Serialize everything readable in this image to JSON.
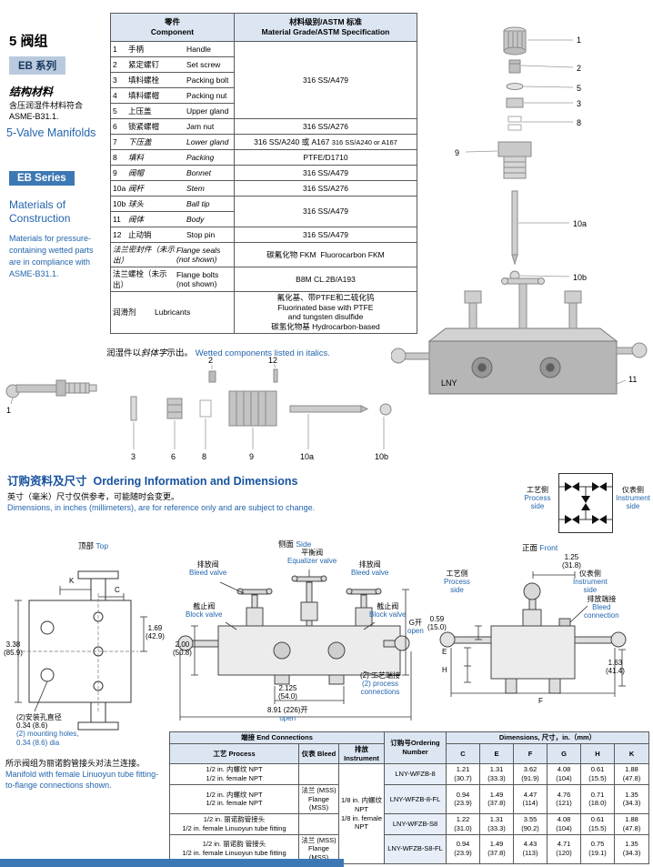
{
  "colors": {
    "accent_blue": "#2365ad",
    "table_header_fill": "#dce6f3",
    "badge_blue": "#3c78b4",
    "badge_gray_blue": "#b9cade",
    "footer_blue": "#3c78b4"
  },
  "sidebar": {
    "title_zh": "5 阀组",
    "series_badge_zh": "EB 系列",
    "materials_zh": "结构材料",
    "materials_note_zh1": "含压润湿件材料符合",
    "materials_note_zh2": "ASME-B31.1.",
    "title_en": "5-Valve Manifolds",
    "series_badge_en": "EB Series",
    "materials_en": "Materials of Construction",
    "materials_note_en": "Materials for pressure-containing wetted parts are in compliance with ASME-B31.1."
  },
  "materials": {
    "header": {
      "comp_zh": "零件",
      "comp_en": "Component",
      "mat_zh": "材料级别/ASTM 标准",
      "mat_en": "Material Grade/ASTM Specification"
    },
    "rows": [
      {
        "num": "1",
        "zh": "手柄",
        "en": "Handle"
      },
      {
        "num": "2",
        "zh": "紧定螺钉",
        "en": "Set screw"
      },
      {
        "num": "3",
        "zh": "填料螺栓",
        "en": "Packing bolt"
      },
      {
        "num": "4",
        "zh": "填料螺帽",
        "en": "Packing nut"
      },
      {
        "num": "5",
        "zh": "上压盖",
        "en": "Upper gland"
      },
      {
        "num": "6",
        "zh": "锁紧螺帽",
        "en": "Jam nut"
      },
      {
        "num": "7",
        "zh": "下压盖",
        "en": "Lower gland"
      },
      {
        "num": "8",
        "zh": "填料",
        "en": "Packing"
      },
      {
        "num": "9",
        "zh": "阀帽",
        "en": "Bonnet"
      },
      {
        "num": "10a",
        "zh": "阀杆",
        "en": "Stem"
      },
      {
        "num": "10b",
        "zh": "球头",
        "en": "Ball tip"
      },
      {
        "num": "11",
        "zh": "阀体",
        "en": "Body"
      },
      {
        "num": "12",
        "zh": "止动销",
        "en": "Stop pin"
      },
      {
        "num": "",
        "zh": "法兰密封件（未示出）",
        "en": "Flange seals (not shown)"
      },
      {
        "num": "",
        "zh": "法兰螺栓（未示出）",
        "en": "Flange bolts (not shown)"
      },
      {
        "num": "",
        "zh": "润滑剂",
        "en": "Lubricants"
      }
    ],
    "mats": {
      "g1": "316 SS/A479",
      "jam": "316 SS/A276",
      "lower_zh": "316 SS/A240 或 A167",
      "lower_en": "316 SS/A240 or A167",
      "packing": "PTFE/D1710",
      "bonnet": "316 SS/A479",
      "stem": "316 SS/A276",
      "ball_body": "316 SS/A479",
      "stop": "316 SS/A479",
      "seals_zh": "碳氟化物 FKM",
      "seals_en": "Fluorocarbon FKM",
      "bolts": "B8M CL.2B/A193",
      "lub1": "氟化基、带PTFE和二硫化钨",
      "lub2": "Fluorinated base with PTFE",
      "lub3": "and tungsten disulfide",
      "lub4": "碳氢化物基 Hydrocarbon-based"
    }
  },
  "wetted_note": {
    "zh1": "润湿件以",
    "zh2": "斜体字",
    "zh3": "示出。",
    "en": "Wetted components listed in italics."
  },
  "exploded_right": {
    "marking": "LNY",
    "labels": {
      "n1": "1",
      "n2": "2",
      "n5": "5",
      "n3": "3",
      "n8": "8",
      "n9": "9",
      "n10a": "10a",
      "n10b": "10b",
      "n11": "11"
    }
  },
  "exploded_left": {
    "labels": {
      "n1": "1",
      "n2": "2",
      "n12": "12",
      "n3": "3",
      "n6": "6",
      "n8": "8",
      "n9": "9",
      "n10a": "10a",
      "n10b": "10b"
    }
  },
  "ordering": {
    "heading_zh": "订购资料及尺寸",
    "heading_en": "Ordering Information and Dimensions",
    "note_zh": "英寸（毫米）尺寸仅供参考，可能随时会变更。",
    "note_en": "Dimensions, in inches (millimeters), are for reference only and are subject to change."
  },
  "schematic": {
    "process_zh": "工艺侧",
    "process_en1": "Process",
    "process_en2": "side",
    "instrument_zh": "仪表侧",
    "instrument_en1": "Instrument",
    "instrument_en2": "side"
  },
  "views": {
    "top": {
      "t_zh": "顶部",
      "t_en": "Top",
      "k": "K",
      "c": "C",
      "d169": "1.69",
      "d169mm": "(42.9)",
      "d338": "3.38",
      "d338mm": "(85.9)",
      "holes_zh1": "(2)安装孔直径",
      "holes_zh2": "0.34 (8.6)",
      "holes_en1": "(2) mounting holes,",
      "holes_en2": "0.34 (8.6) dia"
    },
    "side": {
      "t_zh": "侧面",
      "t_en": "Side",
      "eq_zh": "平衡阀",
      "eq_en": "Equalizer valve",
      "bleed_zh": "排放阀",
      "bleed_en": "Bleed valve",
      "block_zh": "截止阀",
      "block_en": "Block valve",
      "pc_zh": "(2) 工艺端接",
      "pc_en1": "(2) process",
      "pc_en2": "connections",
      "g": "G开",
      "g_sub": "open",
      "d200": "2.00",
      "d200mm": "(50.8)",
      "d2125": "2.125",
      "d2125mm": "(54.0)",
      "d891": "8.91 (226)开",
      "d891_sub": "open"
    },
    "front": {
      "t_zh": "正面",
      "t_en": "Front",
      "ps_zh": "工艺侧",
      "ps_en1": "Process",
      "ps_en2": "side",
      "is_zh": "仪表侧",
      "is_en1": "Instrument",
      "is_en2": "side",
      "bc_zh": "排放端接",
      "bc_en1": "Bleed",
      "bc_en2": "connection",
      "d125": "1.25",
      "d125mm": "(31.8)",
      "d059": "0.59",
      "d059mm": "(15.0)",
      "d163": "1.63",
      "d163mm": "(41.4)",
      "e": "E",
      "h": "H",
      "f": "F"
    }
  },
  "shown_note": {
    "zh": "所示阀组为丽诺韵管接头对法兰连接。",
    "en": "Manifold with female Linuoyun tube fitting-to-flange connections shown."
  },
  "end_table": {
    "h_end": "端接  End Connections",
    "h_process_zh": "工艺",
    "h_process_en": "Process",
    "h_bleed_zh": "仪表",
    "h_bleed_en": "Bleed",
    "h_instr_zh": "排放",
    "h_instr_en": "Instrument",
    "h_order_zh": "订购号",
    "h_order_en": "Ordering Number",
    "h_dims": "Dimensions, 尺寸，in.（mm）",
    "cols": {
      "c0": "C",
      "c1": "E",
      "c2": "F",
      "c3": "G",
      "c4": "H",
      "c5": "K"
    },
    "instr_zh": "1/8 in. 内螺纹 NPT",
    "instr_en": "1/8 in. female NPT",
    "rows": [
      {
        "p_zh": "1/2 in. 内螺纹  NPT",
        "p_en": "1/2 in. female NPT",
        "b_zh": "",
        "b_en": "",
        "order": "LNY-WFZB-8",
        "d": [
          {
            "v": "1.21",
            "mm": "(30.7)"
          },
          {
            "v": "1.31",
            "mm": "(33.3)"
          },
          {
            "v": "3.62",
            "mm": "(91.9)"
          },
          {
            "v": "4.08",
            "mm": "(104)"
          },
          {
            "v": "0.61",
            "mm": "(15.5)"
          },
          {
            "v": "1.88",
            "mm": "(47.8)"
          }
        ]
      },
      {
        "p_zh": "1/2 in. 内螺纹 NPT",
        "p_en": "1/2 in. female NPT",
        "b_zh": "法兰 (MSS)",
        "b_en": "Flange (MSS)",
        "order": "LNY-WFZB-8-FL",
        "d": [
          {
            "v": "0.94",
            "mm": "(23.9)"
          },
          {
            "v": "1.49",
            "mm": "(37.8)"
          },
          {
            "v": "4.47",
            "mm": "(114)"
          },
          {
            "v": "4.76",
            "mm": "(121)"
          },
          {
            "v": "0.71",
            "mm": "(18.0)"
          },
          {
            "v": "1.35",
            "mm": "(34.3)"
          }
        ]
      },
      {
        "p_zh": "1/2 in. 丽诺韵管接头",
        "p_en": "1/2 in. female Linuoyun tube fitting",
        "b_zh": "",
        "b_en": "",
        "order": "LNY-WFZB-S8",
        "d": [
          {
            "v": "1.22",
            "mm": "(31.0)"
          },
          {
            "v": "1.31",
            "mm": "(33.3)"
          },
          {
            "v": "3.55",
            "mm": "(90.2)"
          },
          {
            "v": "4.08",
            "mm": "(104)"
          },
          {
            "v": "0.61",
            "mm": "(15.5)"
          },
          {
            "v": "1.88",
            "mm": "(47.8)"
          }
        ]
      },
      {
        "p_zh": "1/2 in. 丽诺韵 管接头",
        "p_en": "1/2 in. female Linuoyun tube fitting",
        "b_zh": "法兰 (MSS)",
        "b_en": "Flange (MSS)",
        "order": "LNY-WFZB-S8-FL",
        "d": [
          {
            "v": "0.94",
            "mm": "(23.9)"
          },
          {
            "v": "1.49",
            "mm": "(37.8)"
          },
          {
            "v": "4.43",
            "mm": "(113)"
          },
          {
            "v": "4.71",
            "mm": "(120)"
          },
          {
            "v": "0.75",
            "mm": "(19.1)"
          },
          {
            "v": "1.35",
            "mm": "(34.3)"
          }
        ]
      }
    ]
  }
}
